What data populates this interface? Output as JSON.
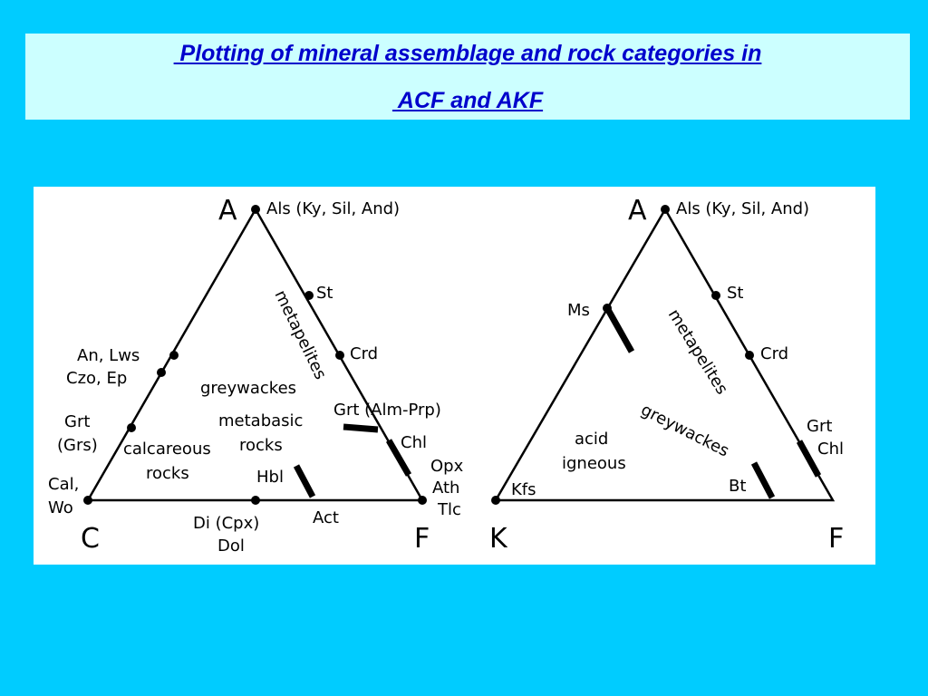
{
  "title": {
    "line1": " Plotting of mineral assemblage and rock categories in",
    "line2": " ACF and AKF"
  },
  "colors": {
    "background": "#00ccff",
    "title_box": "#ccffff",
    "title_text": "#0000cc"
  },
  "acf": {
    "apices": {
      "a": "A",
      "c": "C",
      "f": "F"
    },
    "minerals": {
      "als": "Als (Ky, Sil, And)",
      "st": "St",
      "crd": "Crd",
      "grt_alm": "Grt (Alm-Prp)",
      "chl": "Chl",
      "opx": "Opx",
      "ath": "Ath",
      "tlc": "Tlc",
      "act": "Act",
      "di": "Di (Cpx)",
      "dol": "Dol",
      "hbl": "Hbl",
      "cal": "Cal,",
      "wo": "Wo",
      "grt": "Grt",
      "grs": "(Grs)",
      "an": "An, Lws",
      "czo": "Czo, Ep"
    },
    "fields": {
      "metapelites": "metapelites",
      "greywackes": "greywackes",
      "metabasic1": "metabasic",
      "metabasic2": "rocks",
      "calc1": "calcareous",
      "calc2": "rocks"
    }
  },
  "akf": {
    "apices": {
      "a": "A",
      "k": "K",
      "f": "F"
    },
    "minerals": {
      "als": "Als (Ky, Sil, And)",
      "st": "St",
      "crd": "Crd",
      "grt": "Grt",
      "chl": "Chl",
      "ms": "Ms",
      "kfs": "Kfs",
      "bt": "Bt"
    },
    "fields": {
      "metapelites": "metapelites",
      "greywackes": "greywackes",
      "acid1": "acid",
      "acid2": "igneous"
    }
  }
}
